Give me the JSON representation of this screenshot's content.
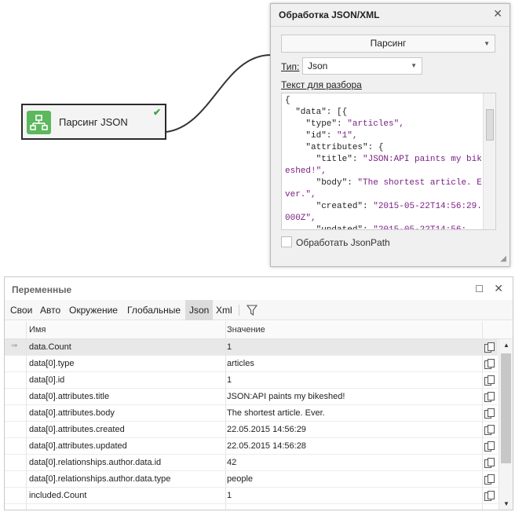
{
  "node": {
    "label": "Парсинг JSON",
    "check": "✔",
    "icon": "sitemap-icon",
    "icon_color": "#5cb85c"
  },
  "dialog": {
    "title": "Обработка JSON/XML",
    "mode_value": "Парсинг",
    "type_label": "Тип:",
    "type_value": "Json",
    "text_label": "Текст для разбора",
    "code_lines": [
      "{",
      "  \"data\": [{",
      "    \"type\": \"articles\",",
      "    \"id\": \"1\",",
      "    \"attributes\": {",
      "      \"title\": \"JSON:API paints my bikeshed!\",",
      "      \"body\": \"The shortest article. Ever.\",",
      "      \"created\": \"2015-05-22T14:56:29.000Z\",",
      "      \"updated\": \"2015-05-22T14:56:"
    ],
    "checkbox_label": "Обработать JsonPath",
    "checkbox_checked": false
  },
  "panel": {
    "title": "Переменные",
    "tabs": [
      "Свои",
      "Авто",
      "Окружение",
      "Глобальные",
      "Json",
      "Xml"
    ],
    "active_tab": "Json",
    "columns": [
      "Имя",
      "Значение"
    ],
    "rows": [
      {
        "name": "data.Count",
        "value": "1"
      },
      {
        "name": "data[0].type",
        "value": "articles"
      },
      {
        "name": "data[0].id",
        "value": "1"
      },
      {
        "name": "data[0].attributes.title",
        "value": "JSON:API paints my bikeshed!"
      },
      {
        "name": "data[0].attributes.body",
        "value": "The shortest article. Ever."
      },
      {
        "name": "data[0].attributes.created",
        "value": "22.05.2015 14:56:29"
      },
      {
        "name": "data[0].attributes.updated",
        "value": "22.05.2015 14:56:28"
      },
      {
        "name": "data[0].relationships.author.data.id",
        "value": "42"
      },
      {
        "name": "data[0].relationships.author.data.type",
        "value": "people"
      },
      {
        "name": "included.Count",
        "value": "1"
      }
    ]
  }
}
